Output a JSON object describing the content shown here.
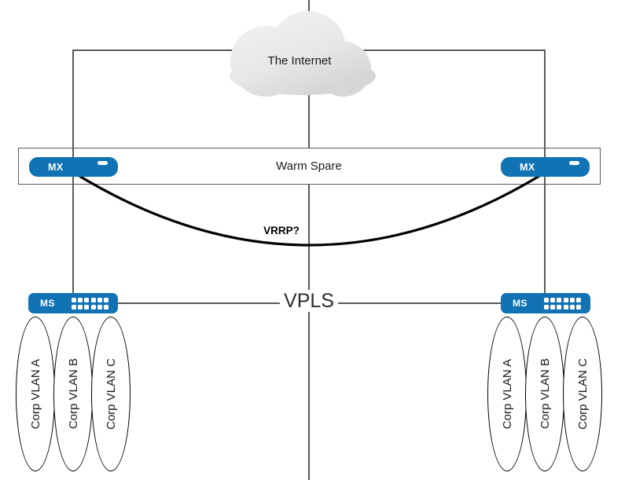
{
  "diagram": {
    "internet_label": "The Internet",
    "warm_spare_label": "Warm Spare",
    "vrrp_label": "VRRP?",
    "vpls_label": "VPLS",
    "devices": {
      "mx_left": "MX",
      "mx_right": "MX",
      "ms_left": "MS",
      "ms_right": "MS"
    },
    "vlans_left": [
      "Corp VLAN A",
      "Corp VLAN B",
      "Corp VLAN C"
    ],
    "vlans_right": [
      "Corp VLAN A",
      "Corp VLAN B",
      "Corp VLAN C"
    ],
    "colors": {
      "device_blue": "#1173b4",
      "connector_gray": "#595959",
      "cloud_light": "#f0f0f0",
      "cloud_dark": "#d5d6d6",
      "vrrp_link_black": "#000000"
    }
  }
}
